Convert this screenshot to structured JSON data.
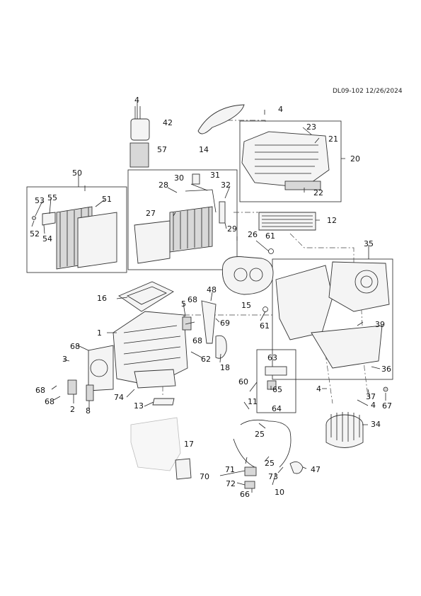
{
  "diagram_id": "DL09-102 12/26/2024",
  "callouts": {
    "c1": "1",
    "c2": "2",
    "c3": "3",
    "c4a": "4",
    "c4b": "4",
    "c4c": "4",
    "c4d": "4",
    "c5": "5",
    "c8": "8",
    "c10": "10",
    "c11": "11",
    "c12": "12",
    "c13": "13",
    "c14": "14",
    "c15": "15",
    "c16": "16",
    "c17": "17",
    "c18": "18",
    "c20": "20",
    "c21": "21",
    "c22": "22",
    "c23": "23",
    "c25a": "25",
    "c25b": "25",
    "c26": "26",
    "c27": "27",
    "c28": "28",
    "c29": "29",
    "c30": "30",
    "c31": "31",
    "c32": "32",
    "c34": "34",
    "c35": "35",
    "c36": "36",
    "c37": "37",
    "c39": "39",
    "c42": "42",
    "c47": "47",
    "c48": "48",
    "c50": "50",
    "c51": "51",
    "c52": "52",
    "c53": "53",
    "c54": "54",
    "c55": "55",
    "c57": "57",
    "c60": "60",
    "c61a": "61",
    "c61b": "61",
    "c62": "62",
    "c63": "63",
    "c64": "64",
    "c65": "65",
    "c66": "66",
    "c67": "67",
    "c68a": "68",
    "c68b": "68",
    "c68c": "68",
    "c68d": "68",
    "c68e": "68",
    "c69": "69",
    "c70": "70",
    "c71": "71",
    "c72": "72",
    "c73": "73",
    "c74": "74"
  }
}
